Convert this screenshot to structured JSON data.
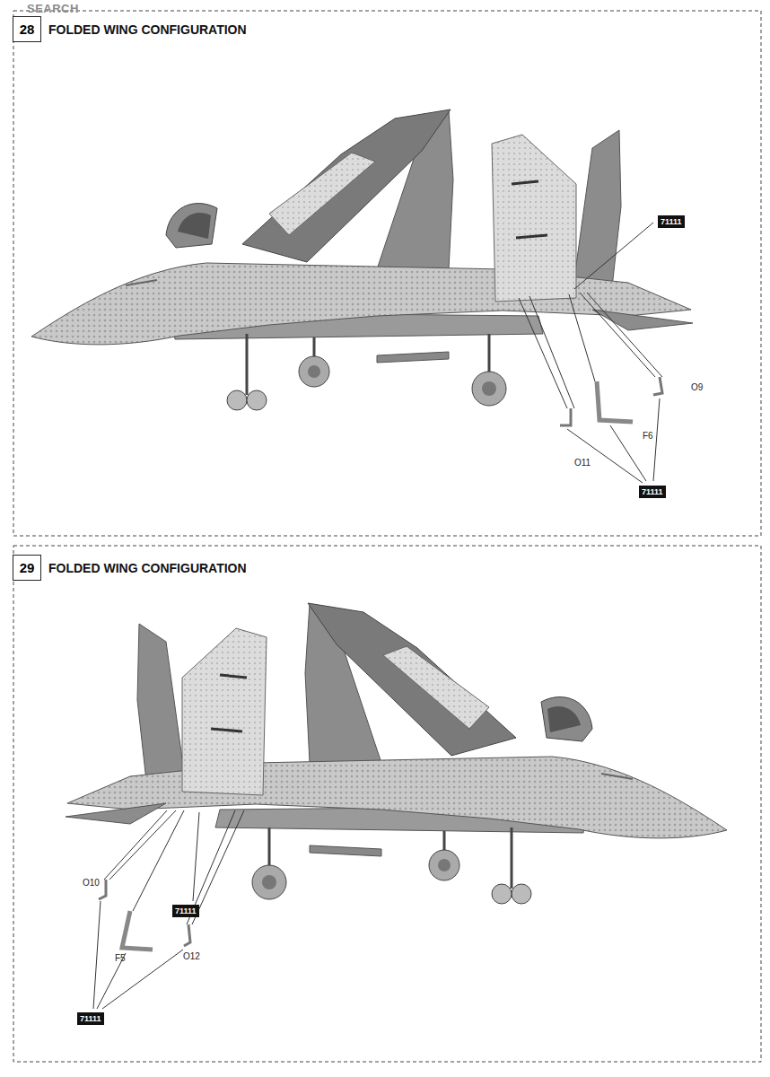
{
  "diagram": {
    "nodes": [
      {
        "text": [
          "28",
          "FOLDED WING CONFIGURATION"
        ]
      },
      {
        "text": [
          "71111"
        ]
      },
      {
        "text": [
          "71111"
        ]
      },
      {
        "text": [
          "29",
          "FOLDED WING CONFIGURATION"
        ]
      },
      {
        "text": [
          "71111"
        ]
      },
      {
        "text": [
          "71111"
        ]
      }
    ],
    "labels": [
      "SEARCH",
      "O9",
      "F6",
      "O11",
      "O10",
      "F5",
      "O12"
    ]
  }
}
